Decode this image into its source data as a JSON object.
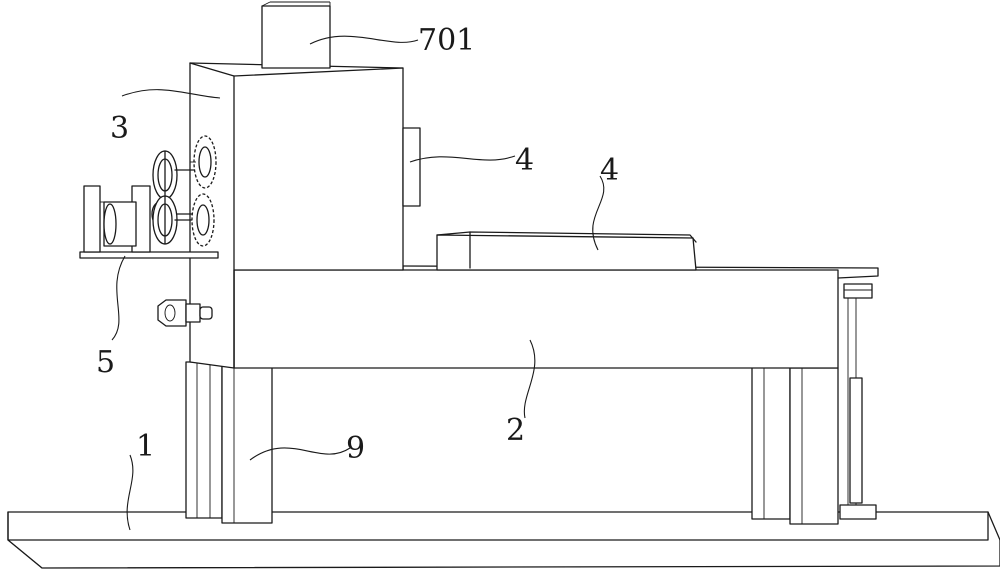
{
  "labels": {
    "base_plate": "1",
    "table_body": "2",
    "column_housing": "3",
    "side_block": "4",
    "work_block": "4",
    "gear_mount": "5",
    "top_motor": "701",
    "support_leg": "9"
  }
}
